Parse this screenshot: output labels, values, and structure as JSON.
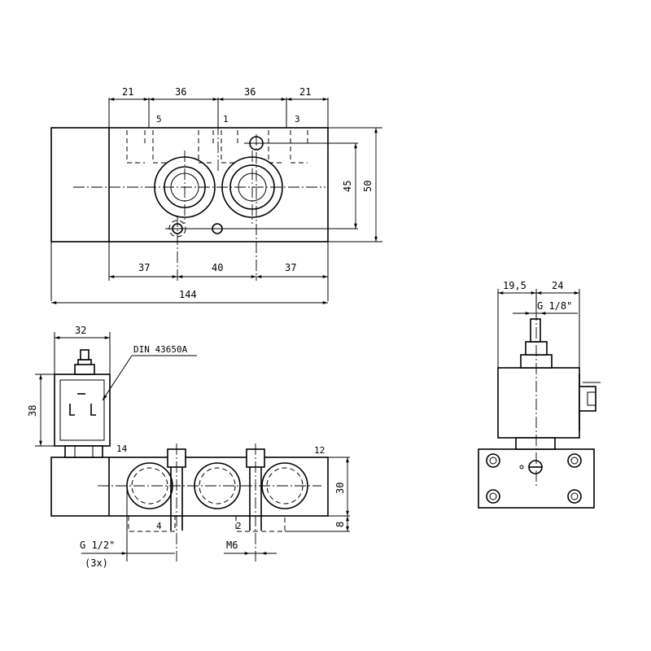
{
  "top_view": {
    "dims_top": [
      "21",
      "36",
      "36",
      "21"
    ],
    "ports": [
      "5",
      "1",
      "3"
    ],
    "dims_bottom": [
      "37",
      "40",
      "37"
    ],
    "overall_width": "144",
    "height_inner": "45",
    "height_outer": "50"
  },
  "front_view": {
    "coil_width": "32",
    "coil_height": "38",
    "connector_label": "DIN 43650A",
    "pilot_left": "14",
    "pilot_right": "12",
    "port_4": "4",
    "port_2": "2",
    "body_height": "30",
    "base_offset": "8",
    "thread_label": "G 1/2\"",
    "thread_count": "(3x)",
    "screw_label": "M6"
  },
  "side_view": {
    "dim_left": "19,5",
    "dim_right": "24",
    "thread_label": "G 1/8\""
  }
}
